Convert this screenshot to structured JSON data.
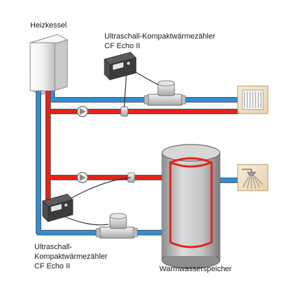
{
  "labels": {
    "boiler": "Heizkessel",
    "meter_top_line1": "Ultraschall-Kompaktwärmezähler",
    "meter_top_line2": "CF Echo II",
    "meter_bottom_line1": "Ultraschall-",
    "meter_bottom_line2": "Kompaktwärmezähler",
    "meter_bottom_line3": "CF Echo II",
    "tank": "Warmwasserspeicher"
  },
  "colors": {
    "flow_hot": "#e3231b",
    "return_cold": "#2e8fd6",
    "pipe_outline": "#6a6a6a",
    "boiler_face": "#f2f2f2",
    "tank_body": "#b9b9b9",
    "radiator_panel": "#f1e2c7"
  }
}
